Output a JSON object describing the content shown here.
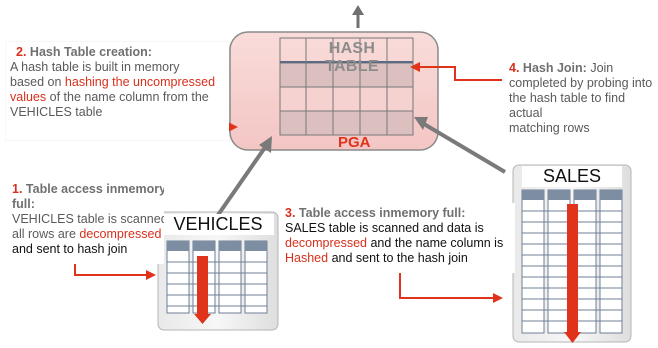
{
  "pga": {
    "hash_table_title": "HASH TABLE",
    "label": "PGA"
  },
  "tables": {
    "vehicles": "VEHICLES",
    "sales": "SALES"
  },
  "notes": {
    "step1": {
      "num": "1.",
      "head_a": "Table access inmemory",
      "head_b": "full:",
      "t1": "VEHICLES table is scanned",
      "t2": "all rows are",
      "h1": "decompressed",
      "t3": "and sent to hash join"
    },
    "step2": {
      "num": "2.",
      "head": "Hash Table creation:",
      "t1": "A hash table is built in memory",
      "t2": "based on",
      "h1": "hashing the uncompressed",
      "h2": "values",
      "t3": "of the name column from the",
      "t4": "VEHICLES table"
    },
    "step3": {
      "num": "3.",
      "head": "Table access inmemory full:",
      "t1": "SALES table is scanned and data is",
      "h1": "decompressed",
      "t2": "and the name column is",
      "h2": "Hashed",
      "t3": "and sent to the hash join"
    },
    "step4": {
      "num": "4.",
      "head": "Hash Join:",
      "t1": "Join",
      "t2": "completed by probing into",
      "t3": "the hash table to find actual",
      "t4": "matching rows"
    }
  },
  "colors": {
    "accent_red": "#e0331b",
    "pga_fill": "#f7d4d2",
    "table_gray": "#dcdcdc",
    "column_header": "#7d8ea3"
  }
}
